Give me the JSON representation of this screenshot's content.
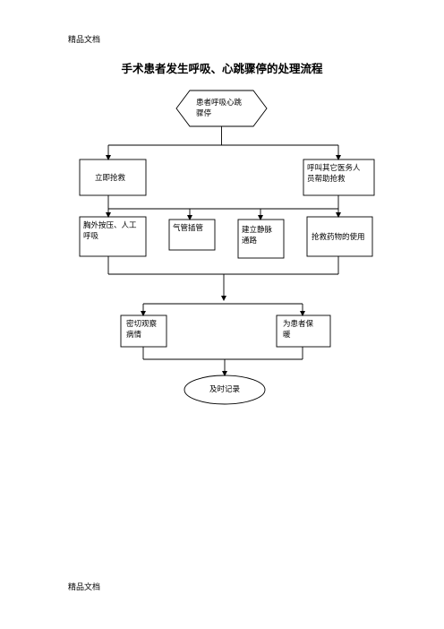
{
  "page": {
    "header": "精品文档",
    "footer": "精品文档",
    "title": "手术患者发生呼吸、心跳骤停的处理流程"
  },
  "nodes": {
    "start": "患者呼吸心跳\n骤停",
    "rescue_now": "立即抢救",
    "call_staff": "呼叫其它医务人\n员帮助抢救",
    "chest_compression": "胸外按压、人工\n呼吸",
    "intubation": "气管插管",
    "iv_access": "建立静脉\n通路",
    "drugs": "抢救药物的使用",
    "observe": "密切观察\n病情",
    "keep_warm": "为患者保\n暖",
    "record": "及时记录"
  }
}
